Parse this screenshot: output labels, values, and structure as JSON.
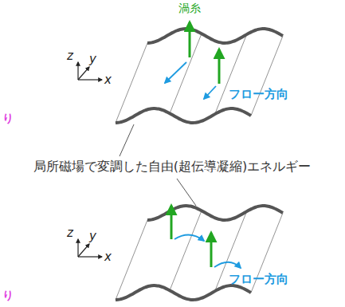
{
  "diagram": {
    "labels": [
      "渦糸",
      "z",
      "y",
      "x",
      "フロー方向",
      "り",
      "局所磁場で変調した自由(超伝導凝縮)エネルギー",
      "z",
      "y",
      "x",
      "フロー方向",
      "り"
    ]
  }
}
